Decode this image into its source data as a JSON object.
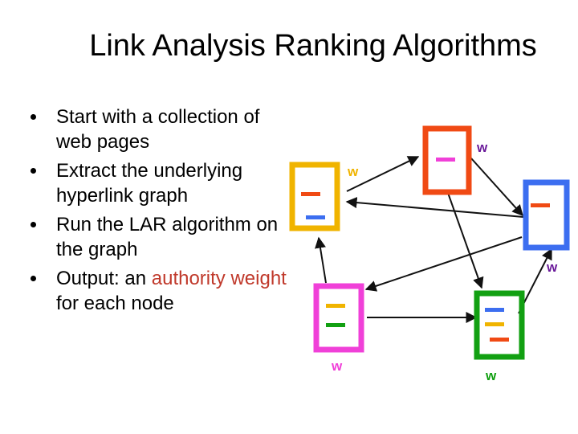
{
  "title": "Link Analysis Ranking Algorithms",
  "bullets": [
    {
      "pre": "Start with a collection of web pages",
      "highlight": "",
      "post": ""
    },
    {
      "pre": "Extract the underlying hyperlink graph",
      "highlight": "",
      "post": ""
    },
    {
      "pre": "Run the LAR algorithm on the graph",
      "highlight": "",
      "post": ""
    },
    {
      "pre": "Output: an ",
      "highlight": "authority weight",
      "post": " for each node"
    }
  ],
  "colors": {
    "highlight": "#c0392b",
    "yellow": "#f0b400",
    "orange": "#f04a14",
    "blue": "#3c6ef0",
    "pink": "#f040d8",
    "green": "#12a012",
    "purple": "#6a1a9a"
  },
  "nodes": [
    {
      "id": "yellow",
      "label": "w"
    },
    {
      "id": "orange",
      "label": "w"
    },
    {
      "id": "blue",
      "label": "w"
    },
    {
      "id": "pink",
      "label": "w"
    },
    {
      "id": "green",
      "label": "w"
    }
  ]
}
